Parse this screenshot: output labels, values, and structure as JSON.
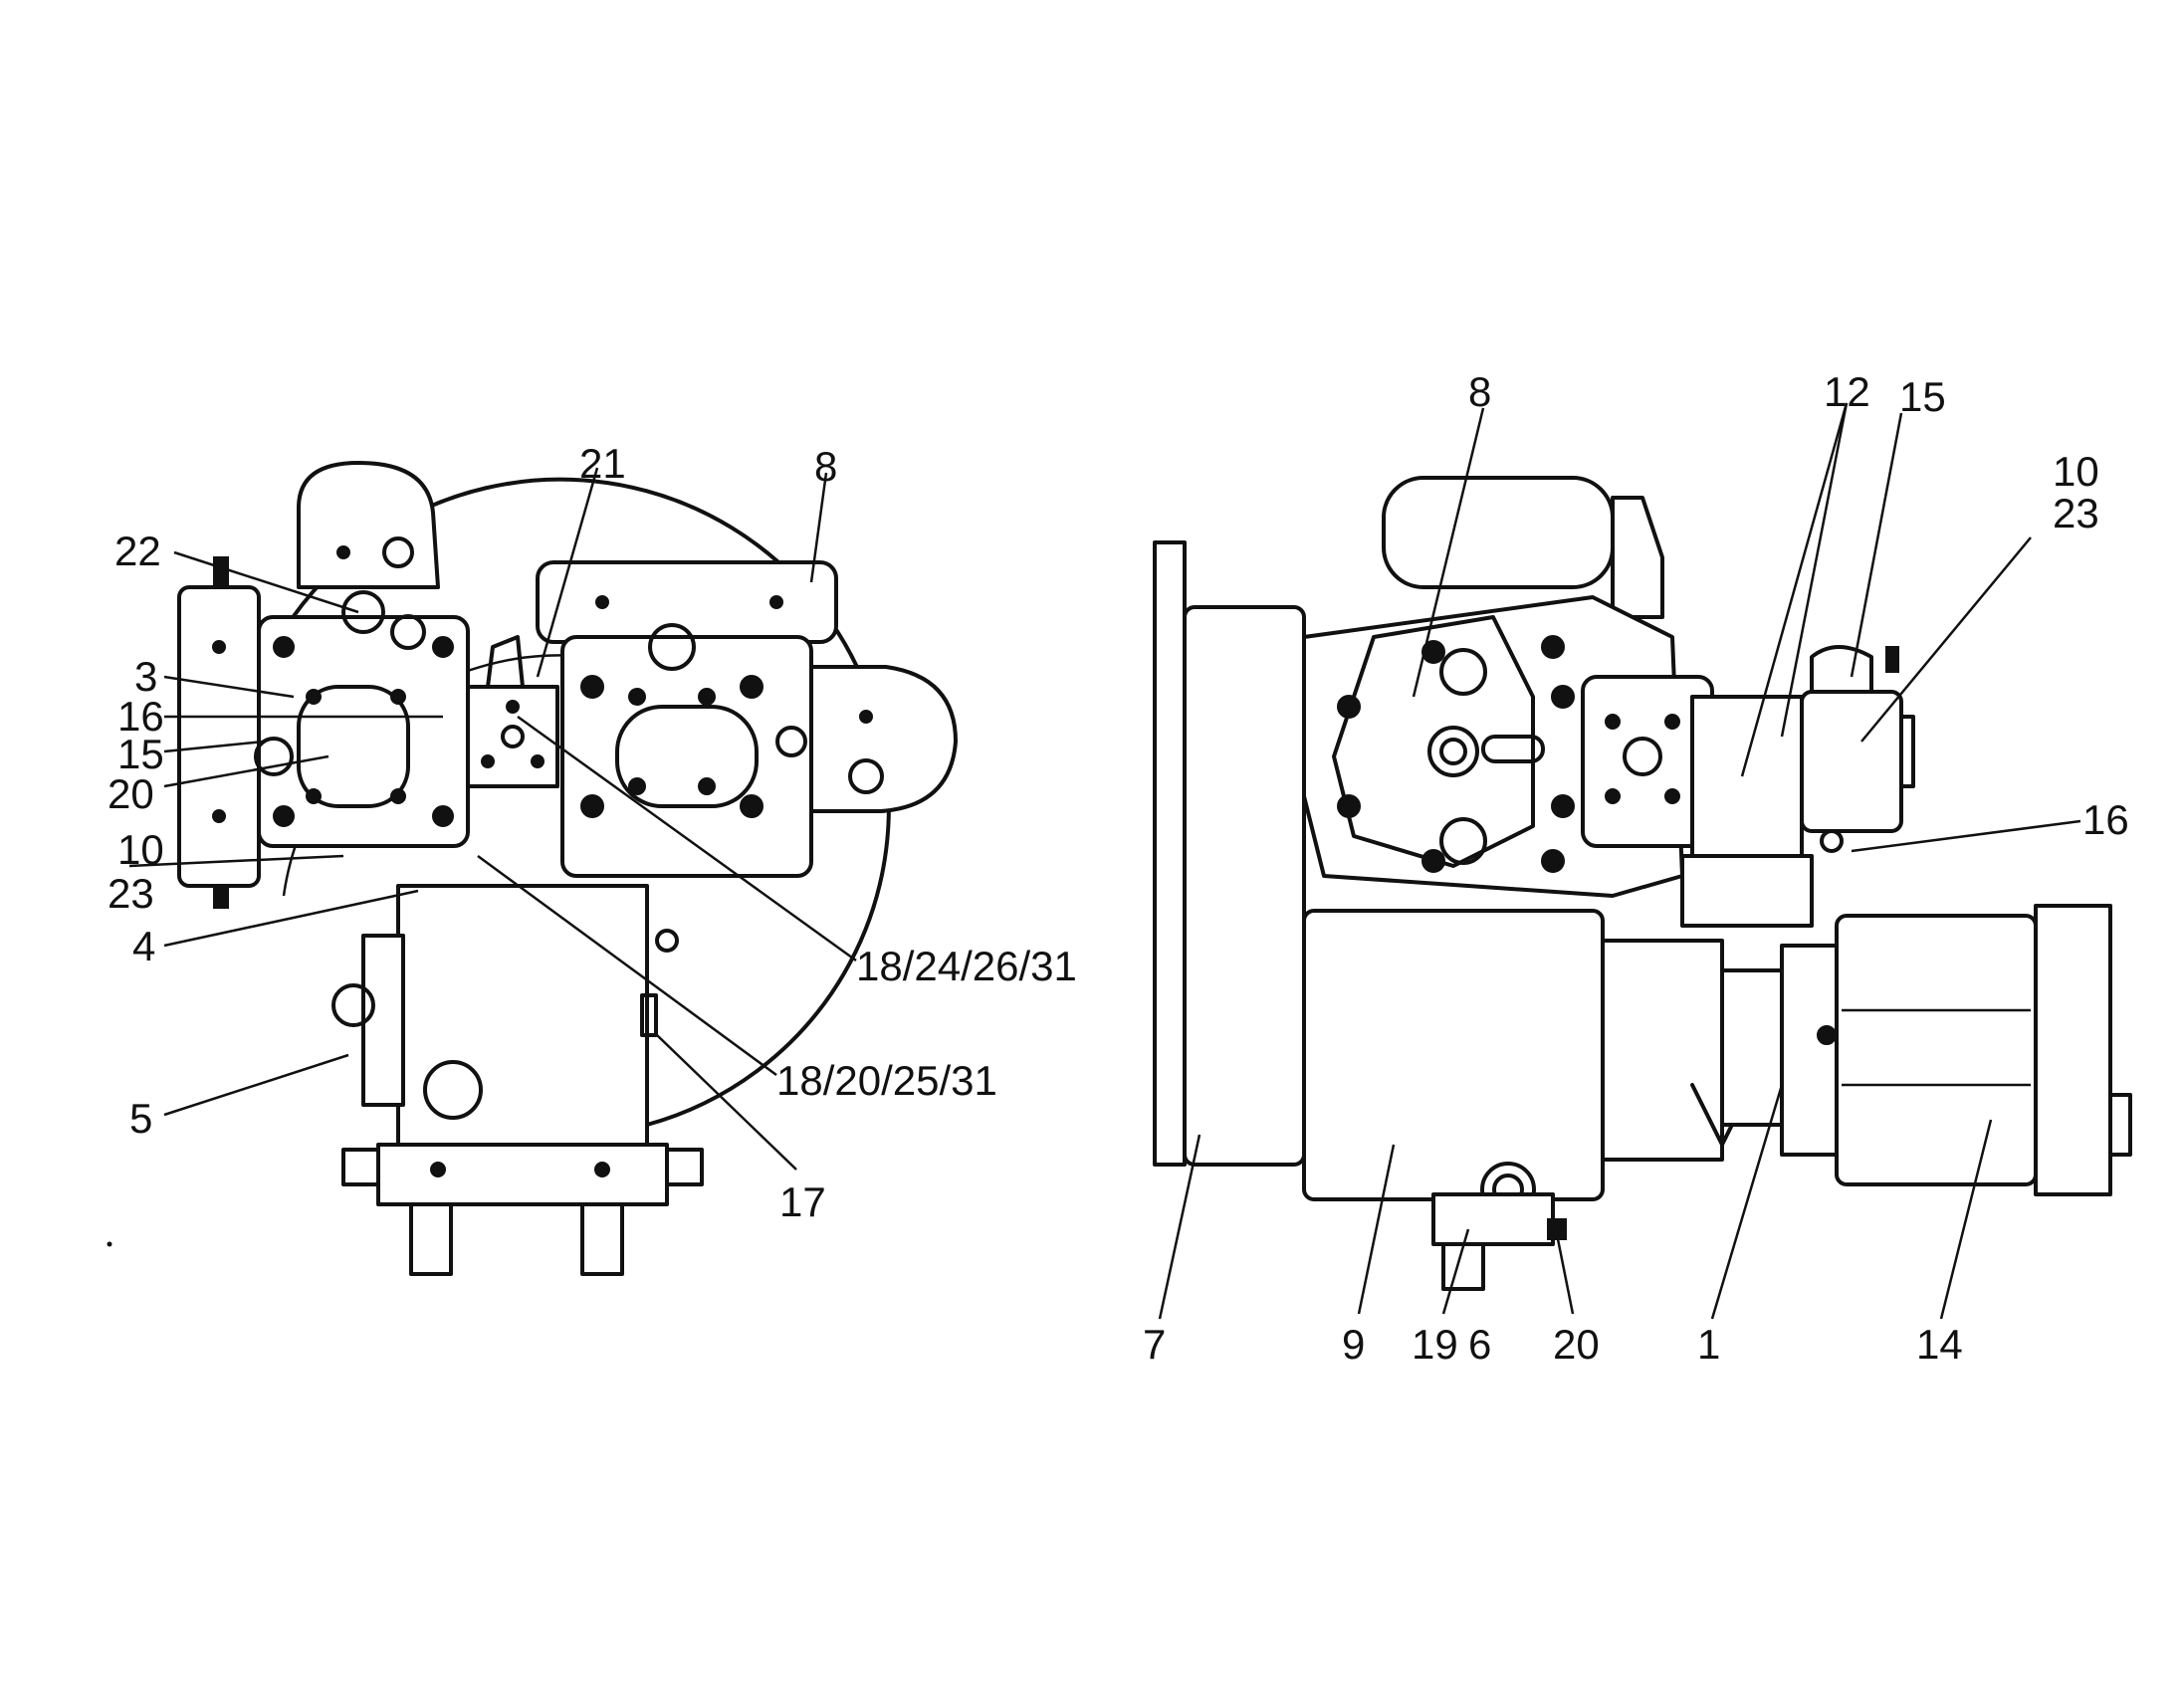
{
  "left_view": {
    "callouts": {
      "c22": "22",
      "c21": "21",
      "c8": "8",
      "c3": "3",
      "c16": "16",
      "c15": "15",
      "c20": "20",
      "c10": "10",
      "c23": "23",
      "c4": "4",
      "c5": "5",
      "c18_24": "18/24/26/31",
      "c18_20": "18/20/25/31",
      "c17": "17"
    }
  },
  "right_view": {
    "callouts": {
      "c8": "8",
      "c12": "12",
      "c15": "15",
      "c10": "10",
      "c23": "23",
      "c16": "16",
      "c7": "7",
      "c9": "9",
      "c19": "19",
      "c6": "6",
      "c20": "20",
      "c1": "1",
      "c14": "14"
    }
  }
}
